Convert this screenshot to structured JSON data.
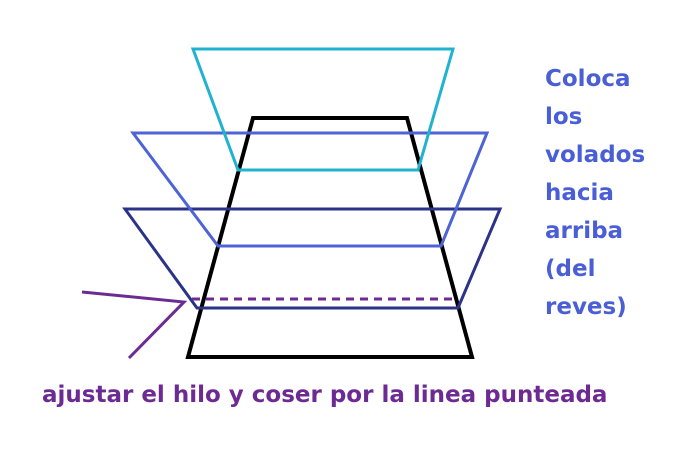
{
  "instruction_lines": [
    "Coloca",
    "los",
    "volados",
    "hacia",
    "arriba",
    "(del",
    "reves)"
  ],
  "bottom_caption": "ajustar el hilo y coser por la linea punteada",
  "colors": {
    "base_trapezoid": "#000000",
    "top_ruffle": "#1fb3d0",
    "middle_ruffle": "#4d63d6",
    "bottom_ruffle": "#2a3388",
    "stitch_line": "#6d2a92",
    "instruction_text": "#4a5fd6",
    "caption_text": "#6d2a92"
  }
}
